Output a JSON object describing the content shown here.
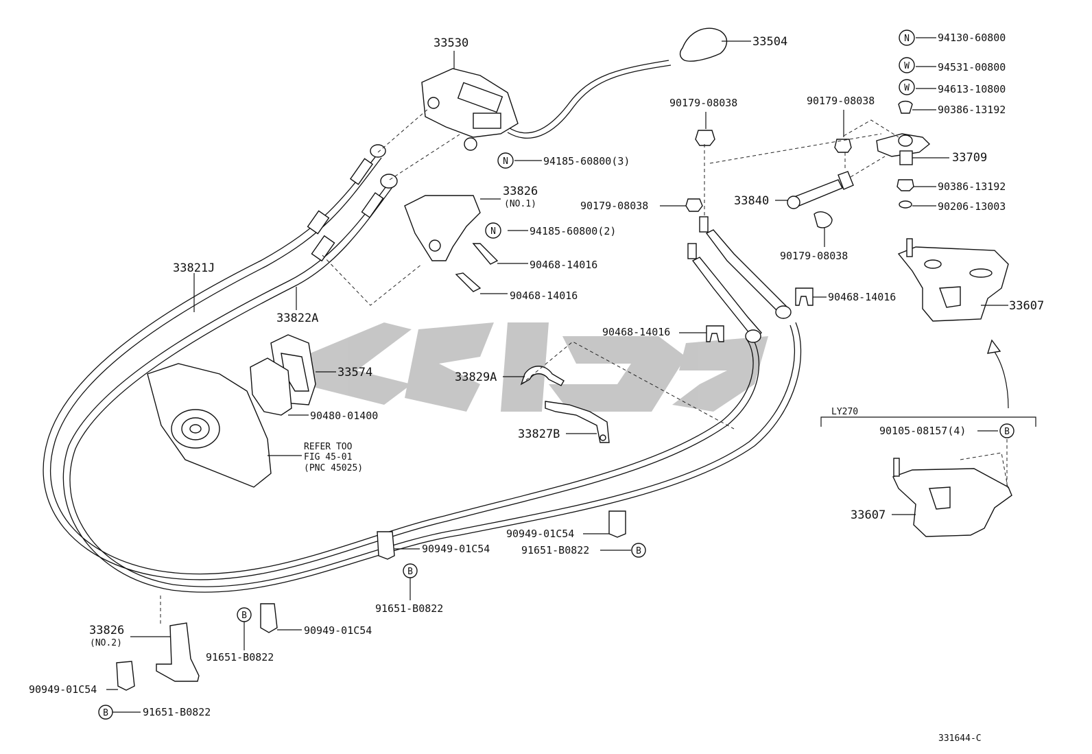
{
  "diagram_code": "331644-C",
  "variant_label": "LY270",
  "refer_note": {
    "line1": "REFER TOO",
    "line2": "FIG 45-01",
    "line3": "(PNC 45025)"
  },
  "symbols": {
    "nut": "N",
    "washer": "W",
    "bolt_group": "B"
  },
  "parts": {
    "p33530": "33530",
    "p33504": "33504",
    "p94130": "94130-60800",
    "p94531": "94531-00800",
    "p94613": "94613-10800",
    "p90386a": "90386-13192",
    "p33709": "33709",
    "p90386b": "90386-13192",
    "p90206": "90206-13003",
    "p90179a": "90179-08038",
    "p90179b": "90179-08038",
    "p90179c": "90179-08038",
    "p90179d": "90179-08038",
    "p33840": "33840",
    "p94185_3": "94185-60800(3)",
    "p33826a": "33826",
    "p33826a_sub": "(NO.1)",
    "p94185_2": "94185-60800(2)",
    "p90468a": "90468-14016",
    "p90468b": "90468-14016",
    "p90468c": "90468-14016",
    "p90468d": "90468-14016",
    "p33821J": "33821J",
    "p33822A": "33822A",
    "p33574": "33574",
    "p90480": "90480-01400",
    "p33829A": "33829A",
    "p33827B": "33827B",
    "p33607a": "33607",
    "p33607b": "33607",
    "p90105": "90105-08157(4)",
    "p90949a": "90949-01C54",
    "p91651a": "91651-B0822",
    "p90949b": "90949-01C54",
    "p91651b": "91651-B0822",
    "p90949c": "90949-01C54",
    "p91651c": "91651-B0822",
    "p33826b": "33826",
    "p33826b_sub": "(NO.2)",
    "p90949d": "90949-01C54",
    "p91651d": "91651-B0822"
  }
}
